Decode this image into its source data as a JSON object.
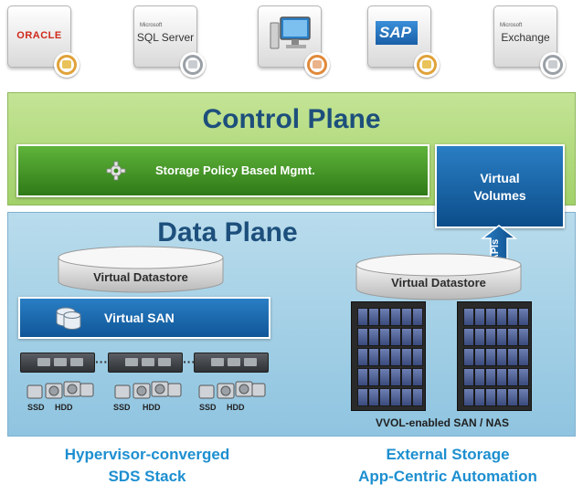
{
  "apps": [
    {
      "name": "oracle",
      "label": "ORACLE",
      "color": "#d0291b",
      "badge": "#e0a23a"
    },
    {
      "name": "sql-server",
      "label": "SQL Server",
      "prefix": "Microsoft",
      "color": "#222222",
      "badge": "#9aa0a6"
    },
    {
      "name": "desktop",
      "label": "",
      "badge": "#e08a3a"
    },
    {
      "name": "sap",
      "label": "SAP",
      "color": "#1a6fb8",
      "badge": "#e0a23a"
    },
    {
      "name": "exchange",
      "label": "Exchange",
      "prefix": "Microsoft",
      "color": "#333333",
      "badge": "#9aa0a6"
    }
  ],
  "control_plane": {
    "title": "Control Plane",
    "spbm_label": "Storage Policy Based Mgmt."
  },
  "virtual_volumes": {
    "label_line1": "Virtual",
    "label_line2": "Volumes"
  },
  "apis_label": "APIs",
  "data_plane": {
    "title": "Data Plane"
  },
  "datastore_left": {
    "label": "Virtual Datastore"
  },
  "datastore_right": {
    "label": "Virtual Datastore"
  },
  "vsan": {
    "label": "Virtual SAN"
  },
  "disks": [
    {
      "ssd": "SSD",
      "hdd": "HDD"
    },
    {
      "ssd": "SSD",
      "hdd": "HDD"
    },
    {
      "ssd": "SSD",
      "hdd": "HDD"
    }
  ],
  "vvol_caption": "VVOL-enabled SAN / NAS",
  "captions": {
    "left_line1": "Hypervisor-converged",
    "left_line2": "SDS Stack",
    "right_line1": "External Storage",
    "right_line2": "App-Centric Automation"
  },
  "colors": {
    "control_plane_green": "#a8d575",
    "data_plane_blue": "#a4d0e8",
    "title_navy": "#1d4f7c",
    "caption_blue": "#1d8fd0",
    "vmware_blue": "#0f5698",
    "spbm_green": "#3d8a1f"
  }
}
